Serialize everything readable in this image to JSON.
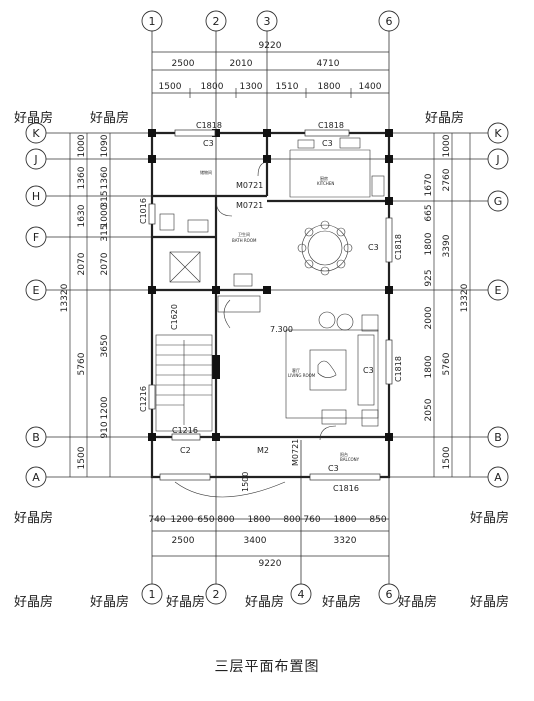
{
  "caption": "三层平面布置图",
  "watermark_text": "好晶房",
  "grid_axes": {
    "columns": [
      "1",
      "2",
      "3",
      "6"
    ],
    "columns_bottom": [
      "1",
      "2",
      "4",
      "6"
    ],
    "rows": [
      "K",
      "J",
      "H",
      "F",
      "E",
      "B",
      "A"
    ],
    "rows_right": [
      "K",
      "J",
      "G",
      "E",
      "B",
      "A"
    ]
  },
  "dimensions_top": {
    "overall": "9220",
    "row1": [
      "2500",
      "2010",
      "4710"
    ],
    "row2": [
      "1500",
      "1800",
      "1300",
      "1510",
      "1800",
      "1400"
    ]
  },
  "dimensions_bottom": {
    "row1": [
      "740",
      "1200",
      "650",
      "800",
      "1800",
      "800",
      "760",
      "1800",
      "850"
    ],
    "row2": [
      "2500",
      "3400",
      "3320"
    ],
    "overall": "9220"
  },
  "dimensions_left": {
    "outer": [
      "1000",
      "1360",
      "1630",
      "2070",
      "5760",
      "1500"
    ],
    "inner": [
      "1090",
      "1360",
      "315",
      "1000",
      "315",
      "2070",
      "3650",
      "1200",
      "910"
    ],
    "overall": "13320"
  },
  "dimensions_right": {
    "outer": [
      "1000",
      "2760",
      "3390",
      "5760",
      "1500"
    ],
    "inner": [
      "1670",
      "665",
      "1800",
      "925",
      "2000",
      "1800",
      "2050"
    ],
    "overall": "13320"
  },
  "labels": {
    "c1818_top_left": "C1818",
    "c1818_top_right": "C1818",
    "c3_top_left": "C3",
    "c3_kitchen": "C3",
    "c1016": "C1016",
    "m0721_a": "M0721",
    "m0721_b": "M0721",
    "m0721_c": "M0721",
    "c3_dining": "C3",
    "c1818_dining": "C1818",
    "c1818_living": "C1818",
    "c3_living": "C3",
    "c1216_left": "C1216",
    "c1216_bottom": "C1216",
    "c1620": "C1620",
    "c2": "C2",
    "m2": "M2",
    "c3_balcony": "C3",
    "c1816": "C1816",
    "level": "7.300",
    "dim_1500_door": "1500",
    "storage_room": "储物间",
    "kitchen": "厨房",
    "kitchen_en": "KITCHEN",
    "bath": "卫生间",
    "bath_en": "BATH ROOM",
    "living": "客厅",
    "living_en": "LIVING ROOM",
    "balcony": "阳台",
    "balcony_en": "BALCONY"
  }
}
